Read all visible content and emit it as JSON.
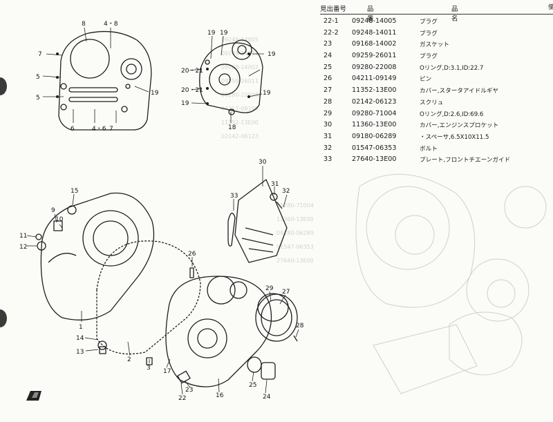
{
  "header": {
    "ref_no_label": "見出番号",
    "part_no_label": "品　番",
    "part_name_label": "品　　名",
    "edge_text": "使"
  },
  "parts": [
    {
      "no": "22-1",
      "part_no": "09248-14005",
      "name": "プラグ"
    },
    {
      "no": "22-2",
      "part_no": "09248-14011",
      "name": "プラグ"
    },
    {
      "no": "23",
      "part_no": "09168-14002",
      "name": "ガスケット"
    },
    {
      "no": "24",
      "part_no": "09259-26011",
      "name": "プラグ"
    },
    {
      "no": "25",
      "part_no": "09280-22008",
      "name": "Oリング,D:3.1,ID:22.7"
    },
    {
      "no": "26",
      "part_no": "04211-09149",
      "name": "ピン"
    },
    {
      "no": "27",
      "part_no": "11352-13E00",
      "name": "カバー,スタータアイドルギヤ"
    },
    {
      "no": "28",
      "part_no": "02142-06123",
      "name": "スクリュ"
    },
    {
      "no": "29",
      "part_no": "09280-71004",
      "name": "Oリング,D:2.6,ID:69.6"
    },
    {
      "no": "30",
      "part_no": "11360-13E00",
      "name": "カバー,エンジンスプロケット"
    },
    {
      "no": "31",
      "part_no": "09180-06289",
      "name": "・スペーサ,6.5X10X11.5"
    },
    {
      "no": "32",
      "part_no": "01547-06353",
      "name": "ボルト"
    },
    {
      "no": "33",
      "part_no": "27640-13E00",
      "name": "プレート,フロントチエーンガイド"
    }
  ],
  "diagram_labels": [
    "8",
    "4・8",
    "7",
    "5",
    "5",
    "6",
    "4・6",
    "7",
    "19",
    "19",
    "19",
    "19",
    "20・21",
    "20・21",
    "19",
    "19",
    "18",
    "30",
    "31",
    "32",
    "33",
    "15",
    "9",
    "10",
    "11",
    "12",
    "26",
    "29",
    "27",
    "28",
    "1",
    "14",
    "13",
    "2",
    "3",
    "17",
    "23",
    "22",
    "16",
    "25",
    "24"
  ],
  "colors": {
    "paper": "#fbfbf8",
    "ink": "#1a1a1a",
    "ghost": "#c8c8c4"
  }
}
